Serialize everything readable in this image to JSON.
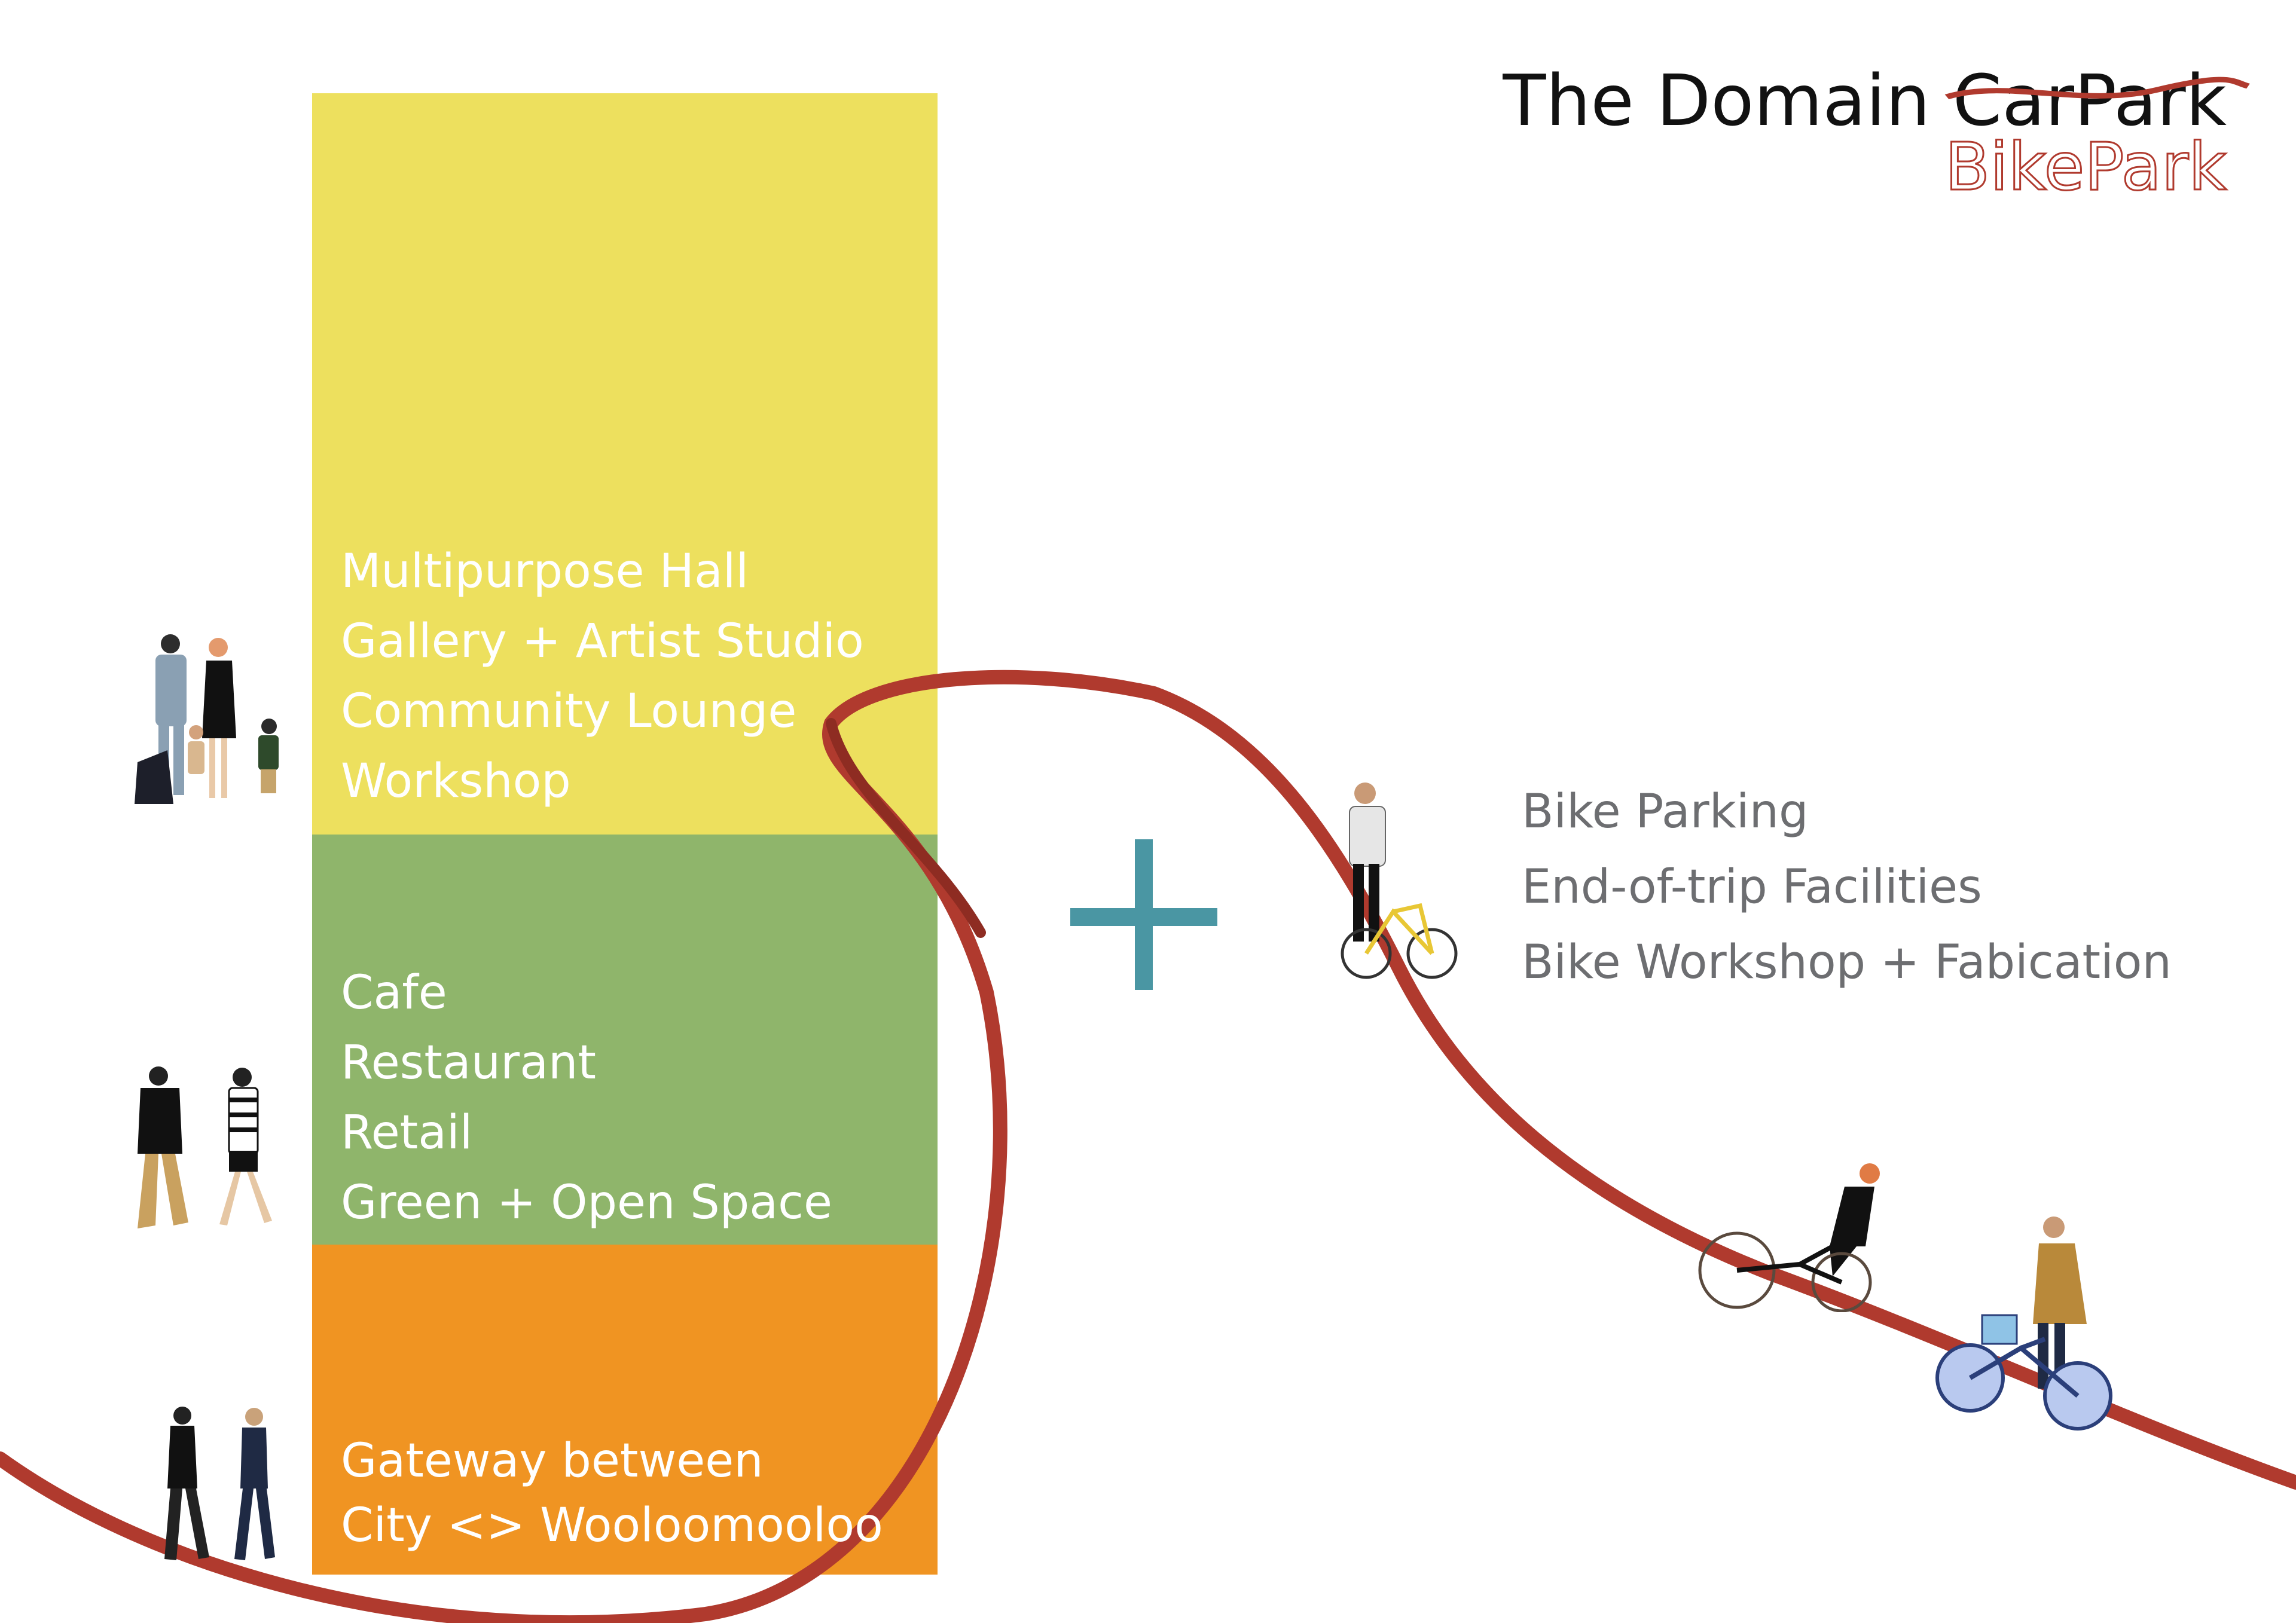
{
  "header": {
    "title_prefix": "The Domain",
    "title_struck": "CarPark",
    "title_replacement": "BikePark"
  },
  "blocks": [
    {
      "color": "#ede05e",
      "items": [
        "Multipurpose Hall",
        "Gallery + Artist Studio",
        "Community Lounge",
        "Workshop"
      ]
    },
    {
      "color": "#8fb56b",
      "items": [
        "Cafe",
        "Restaurant",
        "Retail",
        "Green + Open Space"
      ]
    },
    {
      "color": "#f09422",
      "items": [
        "Gateway between",
        "City <> Wooloomooloo"
      ]
    }
  ],
  "bike_features": [
    "Bike Parking",
    "End-of-trip Facilities",
    "Bike Workshop + Fabication"
  ],
  "colors": {
    "ribbon": "#b03a2e",
    "plus": "#4a96a3",
    "bike_text": "#6d6e71"
  },
  "icons": {
    "plus": "plus-icon",
    "family": "family-group-icon",
    "couple": "walking-couple-icon",
    "pair": "walking-pair-icon",
    "cyclist": "cyclist-icon"
  }
}
